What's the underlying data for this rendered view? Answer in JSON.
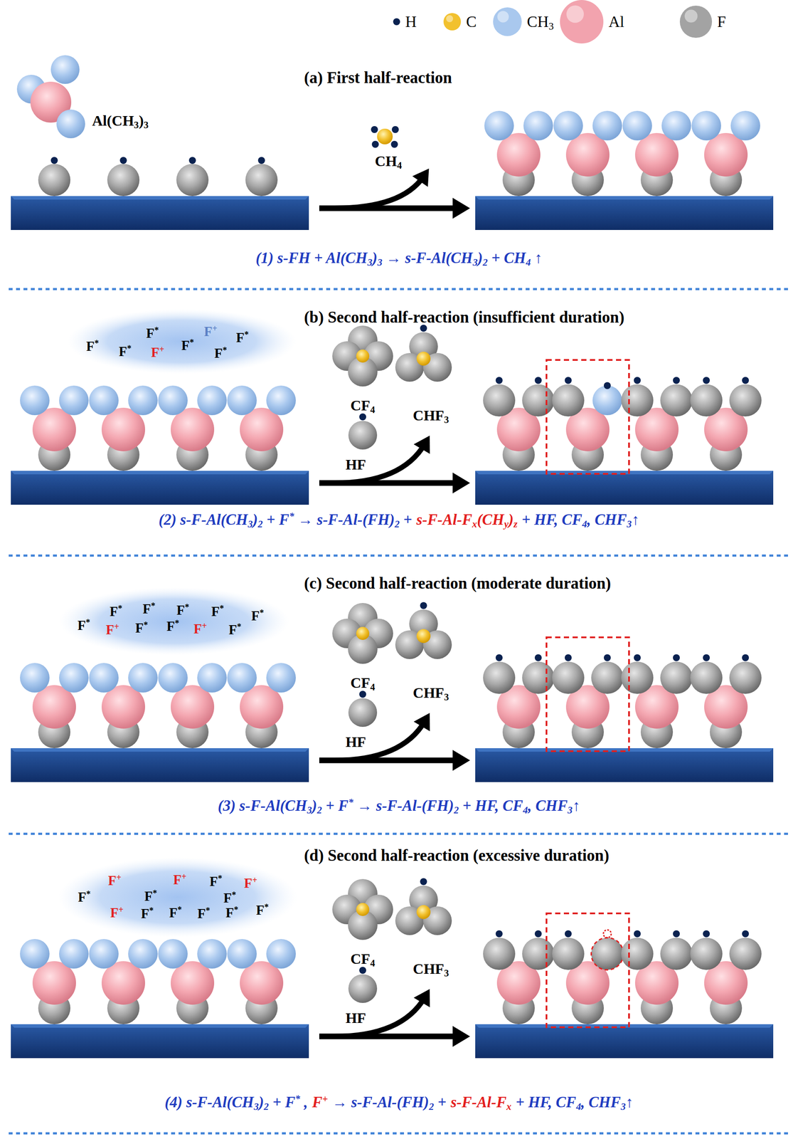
{
  "diagram": {
    "nodes": [
      {
        "text": [
          "F*",
          "F*",
          "F+",
          "F*",
          "F*",
          "F+",
          "F*",
          "F*"
        ]
      },
      {
        "text": [
          "F*",
          "F*",
          "F*",
          "F*",
          "F*",
          "F*",
          "F+",
          "F*",
          "F*",
          "F+",
          "F*"
        ]
      },
      {
        "text": [
          "F+",
          "F+",
          "F*",
          "F+",
          "F*",
          "F*",
          "F*",
          "F+",
          "F*",
          "F*",
          "F*",
          "F*",
          "F*"
        ]
      }
    ],
    "labels": [
      "(a) First half-reaction",
      "Al(CH3)3",
      "CH4",
      "(1) s-FH + Al(CH3)3 → s-F-Al(CH3)2 + CH4 ↑",
      "(b) Second half-reaction (insufficient duration)",
      "CF4",
      "CHF3",
      "HF",
      "(2) s-F-Al(CH3)2 + F* → s-F-Al-(FH)2 +",
      "s-F-Al-Fx(CHy)z",
      "+ HF, CF4, CHF3↑",
      "(c) Second half-reaction (moderate duration)",
      "CF4",
      "CHF3",
      "HF",
      "(3) s-F-Al(CH3)2 + F* → s-F-Al-(FH)2 + HF, CF4, CHF3↑",
      "(d) Second half-reaction (excessive duration)",
      "CF4",
      "CHF3",
      "HF",
      "(4) s-F-Al(CH3)2 + F* ,",
      "F+",
      "→ s-F-Al-(FH)2 +",
      "s-F-Al-Fx",
      "+ HF, CF4, CHF3↑"
    ],
    "legend": [
      {
        "text": "H",
        "color": "#0b2250"
      },
      {
        "text": "C",
        "color": "#f2c12e"
      },
      {
        "text": "CH3",
        "color": "#a9c8ee"
      },
      {
        "text": "Al",
        "color": "#f2a3ae"
      },
      {
        "text": "F",
        "color": "#a3a3a3"
      }
    ]
  }
}
